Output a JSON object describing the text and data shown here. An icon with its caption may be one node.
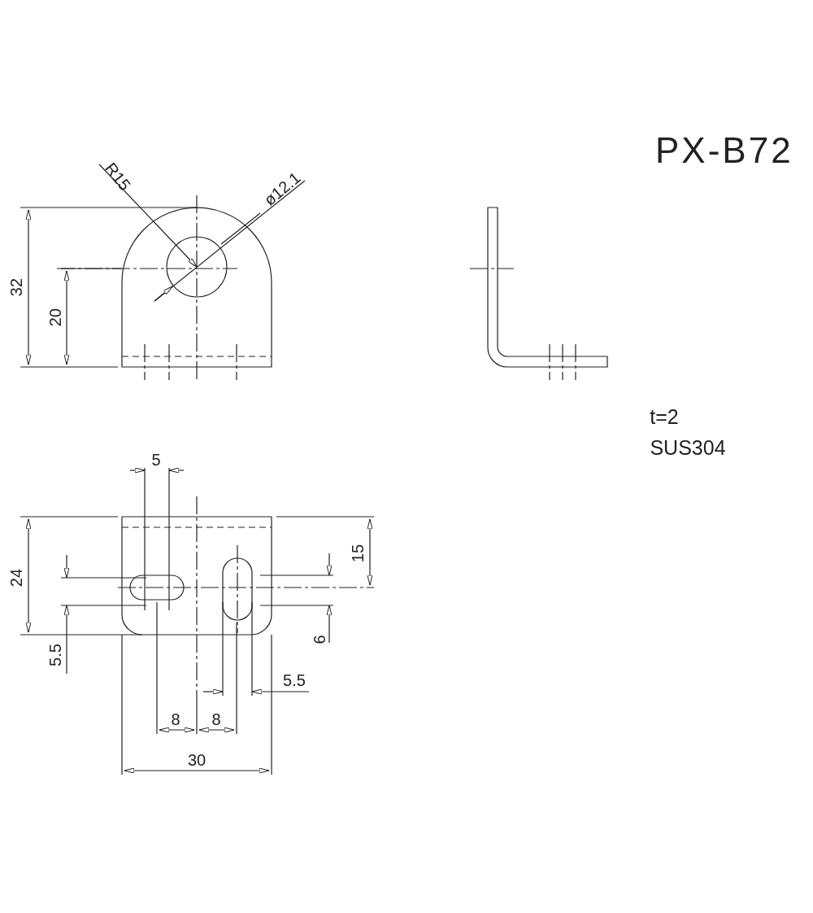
{
  "diagram": {
    "title": "PX-B72",
    "labels": [
      "R15",
      "ø12.1",
      "32",
      "20",
      "t=2",
      "SUS304",
      "5",
      "24",
      "15",
      "5.5",
      "6",
      "5.5",
      "8",
      "8",
      "30"
    ]
  }
}
